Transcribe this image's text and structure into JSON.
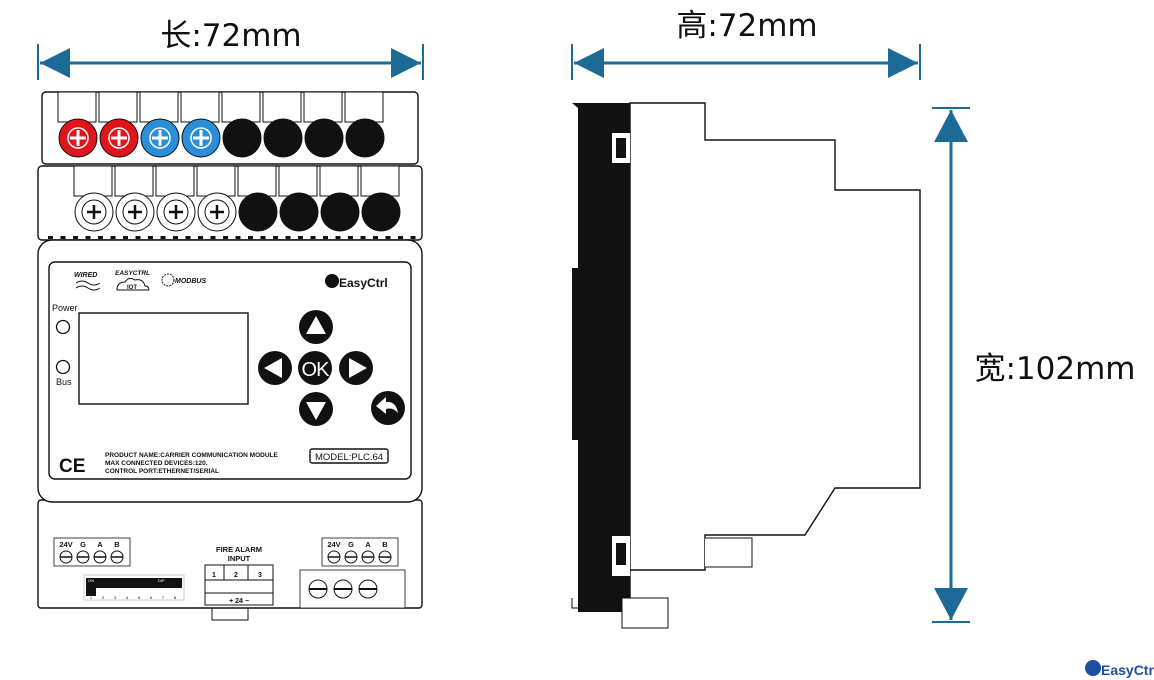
{
  "dimensions": {
    "length": "长:72mm",
    "height": "高:72mm",
    "width": "宽:102mm"
  },
  "colors": {
    "arrow": "#1e6a96",
    "terminal_red": "#e0151b",
    "terminal_blue": "#2a8fd6",
    "logo": "#1b4fa0"
  },
  "panel": {
    "logo_wired": "WIRED",
    "logo_easyctrl_iot": "EASYCTRL",
    "logo_iot": "IOT",
    "logo_modbus": "MODBUS",
    "brand": "EasyCtrl",
    "led_power": "Power",
    "led_bus": "Bus",
    "ok_button": "OK",
    "ce_mark": "CE",
    "product_name": "PRODUCT NAME:CARRIER COMMUNICATION MODULE",
    "max_devices": "MAX CONNECTED DEVICES:120.",
    "control_port": "CONTROL PORT:ETHERNET/SERIAL",
    "model": "MODEL:PLC.64"
  },
  "bottom": {
    "left_terminals": [
      "24V",
      "G",
      "A",
      "B"
    ],
    "right_terminals": [
      "24V",
      "G",
      "A",
      "B"
    ],
    "fire_alarm_title": "FIRE ALARM",
    "fire_alarm_sub": "INPUT",
    "fire_pins": [
      "1",
      "2",
      "3"
    ],
    "fire_power": "+ 24 −",
    "dip_on": "ON",
    "dip_label": "DIP",
    "dip_numbers": [
      "1",
      "2",
      "3",
      "4",
      "5",
      "6",
      "7",
      "8"
    ]
  },
  "footer_logo": "EasyCtrl"
}
